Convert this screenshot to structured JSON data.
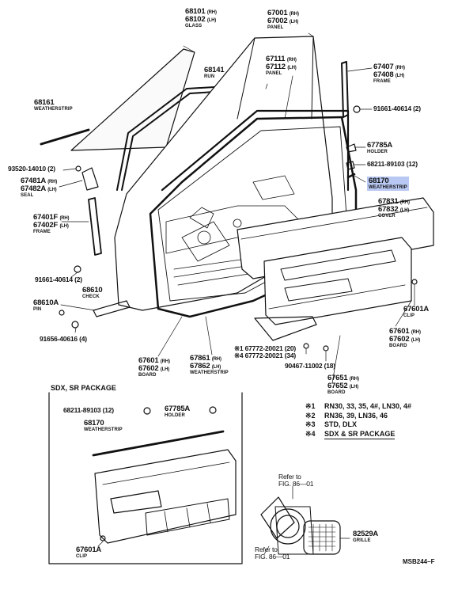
{
  "labels": {
    "p68101": {
      "part": "68101",
      "sub": "(RH)"
    },
    "p68102": {
      "part": "68102",
      "sub": "(LH)"
    },
    "glass": "GLASS",
    "p68141": {
      "part": "68141",
      "desc": "RUN"
    },
    "p67001": {
      "part": "67001",
      "sub": "(RH)"
    },
    "p67002": {
      "part": "67002",
      "sub": "(LH)"
    },
    "panel_outer": "PANEL",
    "p67111": {
      "part": "67111",
      "sub": "(RH)"
    },
    "p67112": {
      "part": "67112",
      "sub": "(LH)"
    },
    "panel_inner": "PANEL",
    "p67407": {
      "part": "67407",
      "sub": "(RH)"
    },
    "p67408": {
      "part": "67408",
      "sub": "(LH)"
    },
    "frame_right": "FRAME",
    "p68161": {
      "part": "68161",
      "desc": "WEATHERSTRIP"
    },
    "p91661_top": {
      "part": "91661-40614",
      "qty": "(2)"
    },
    "p67785A": {
      "part": "67785A",
      "desc": "HOLDER"
    },
    "p68211": {
      "part": "68211-89103",
      "qty": "(12)"
    },
    "p68170": {
      "part": "68170",
      "desc": "WEATHERSTRIP"
    },
    "p93520": {
      "part": "93520-14010",
      "qty": "(2)"
    },
    "p67481A": {
      "part": "67481A",
      "sub": "(RH)"
    },
    "p67482A": {
      "part": "67482A",
      "sub": "(LH)"
    },
    "seal": "SEAL",
    "p67831": {
      "part": "67831",
      "sub": "(RH)"
    },
    "p67832": {
      "part": "67832",
      "sub": "(LH)"
    },
    "cover": "COVER",
    "p67401F": {
      "part": "67401F",
      "sub": "(RH)"
    },
    "p67402F": {
      "part": "67402F",
      "sub": "(LH)"
    },
    "frame_left": "FRAME",
    "p91661_mid": {
      "part": "91661-40614",
      "qty": "(2)"
    },
    "p68610": {
      "part": "68610",
      "desc": "CHECK"
    },
    "p68610A": {
      "part": "68610A",
      "desc": "PIN"
    },
    "p67601A_main": {
      "part": "67601A",
      "desc": "CLIP"
    },
    "p91656": {
      "part": "91656-40616",
      "qty": "(4)"
    },
    "p67601_right": {
      "part": "67601",
      "sub": "(RH)"
    },
    "p67602_right": {
      "part": "67602",
      "sub": "(LH)"
    },
    "board_right": "BOARD",
    "p67772_1": {
      "mark": "※1",
      "part": "67772-20021",
      "qty": "(20)"
    },
    "p67772_4": {
      "mark": "※4",
      "part": "67772-20021",
      "qty": "(34)"
    },
    "p90467": {
      "part": "90467-11002",
      "qty": "(18)"
    },
    "p67601_left": {
      "part": "67601",
      "sub": "(RH)"
    },
    "p67602_left": {
      "part": "67602",
      "sub": "(LH)"
    },
    "board_left": "BOARD",
    "p67861": {
      "part": "67861",
      "sub": "(RH)"
    },
    "p67862": {
      "part": "67862",
      "sub": "(LH)"
    },
    "weatherstrip_door": "WEATHERSTRIP",
    "p67651": {
      "part": "67651",
      "sub": "(RH)"
    },
    "p67652": {
      "part": "67652",
      "sub": "(LH)"
    },
    "board_bottom": "BOARD"
  },
  "package": {
    "title": "SDX, SR PACKAGE",
    "p68211": {
      "part": "68211-89103",
      "qty": "(12)"
    },
    "p67785A": {
      "part": "67785A",
      "desc": "HOLDER"
    },
    "p68170": {
      "part": "68170",
      "desc": "WEATHERSTRIP"
    },
    "p67601A": {
      "part": "67601A",
      "desc": "CLIP"
    }
  },
  "refer": {
    "top": {
      "line1": "Refer to",
      "line2": "FIG. 86—01"
    },
    "bottom": {
      "line1": "Refer to",
      "line2": "FIG. 86—01"
    }
  },
  "grille": {
    "part": "82529A",
    "desc": "GRILLE"
  },
  "legend": [
    {
      "mark": "※1",
      "text": "RN30, 33, 35, 4#, LN30, 4#"
    },
    {
      "mark": "※2",
      "text": "RN36, 39, LN36, 46"
    },
    {
      "mark": "※3",
      "text": "STD, DLX"
    },
    {
      "mark": "※4",
      "text": "SDX & SR PACKAGE"
    }
  ],
  "figure_code": "MSB244–F",
  "highlight_color": "#b8c8f2"
}
